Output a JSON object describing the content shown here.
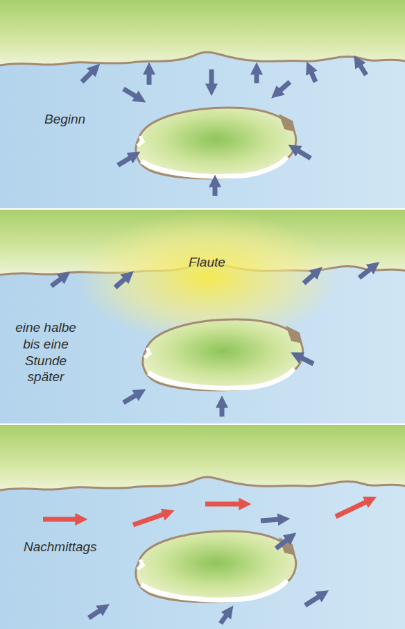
{
  "diagram": {
    "labels": [
      "Beginn",
      "Flaute",
      "eine halbe bis eine Stunde später",
      "Nachmittags"
    ]
  }
}
